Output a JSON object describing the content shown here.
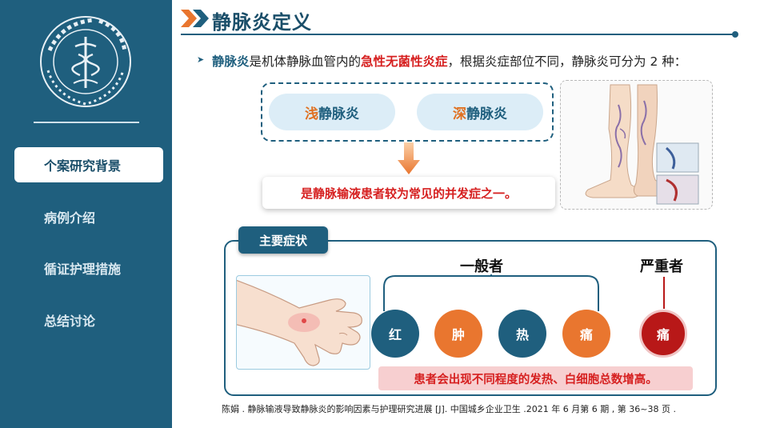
{
  "sidebar": {
    "logo_alt": "university-emblem",
    "items": [
      {
        "label": "个案研究背景",
        "active": true
      },
      {
        "label": "病例介绍",
        "active": false
      },
      {
        "label": "循证护理措施",
        "active": false
      },
      {
        "label": "总结讨论",
        "active": false
      }
    ]
  },
  "header": {
    "title": "静脉炎定义"
  },
  "definition": {
    "term": "静脉炎",
    "text_1": "是机体静脉血管内的",
    "highlight": "急性无菌性炎症",
    "text_2": "，根据炎症部位不同，静脉炎可分为 2 种："
  },
  "types": {
    "superficial": {
      "accent": "浅",
      "rest": "静脉炎"
    },
    "deep": {
      "accent": "深",
      "rest": "静脉炎"
    }
  },
  "complication": "是静脉输液患者较为常见的并发症之一。",
  "symptoms": {
    "tab_label": "主要症状",
    "general_label": "一般者",
    "severe_label": "严重者",
    "general_items": [
      "红",
      "肿",
      "热",
      "痛"
    ],
    "severe_item": "痛",
    "summary": "患者会出现不同程度的发热、白细胞总数增高。"
  },
  "reference": "陈娟 . 静脉输液导致静脉炎的影响因素与护理研究进展 [J]. 中国城乡企业卫生 .2021 年 6 月第 6 期 , 第 36~38 页 .",
  "colors": {
    "primary": "#1f5f7e",
    "accent_orange": "#e9762f",
    "alert_red": "#d62020",
    "severe_red": "#b81818"
  }
}
